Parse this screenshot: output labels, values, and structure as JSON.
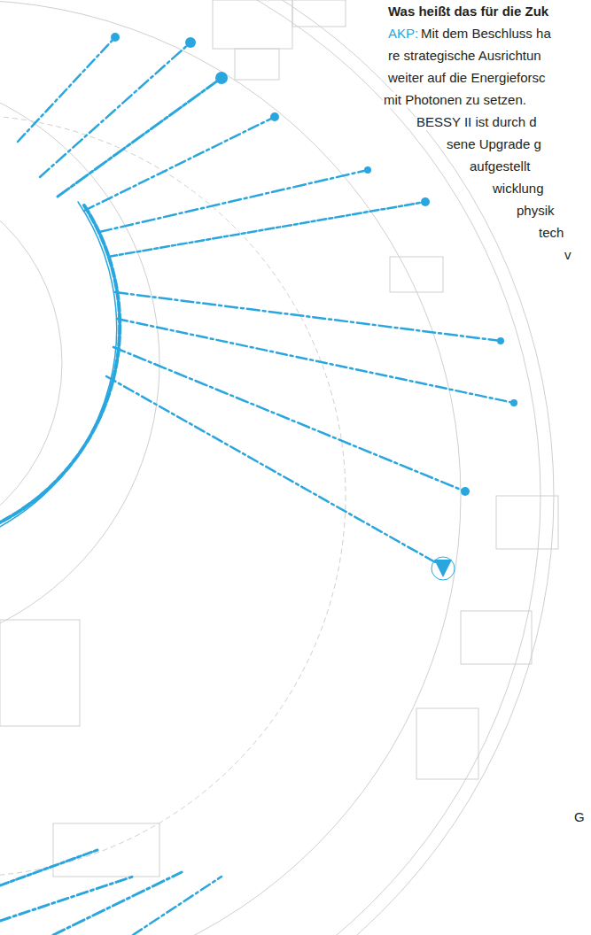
{
  "diagram": {
    "labels": [
      "Was heißt das für die Zuk",
      "AKP:",
      "Mit dem Beschluss ha",
      "re strategische Ausrichtun",
      "weiter auf die Energieforsc",
      "mit Photonen zu setzen.",
      "BESSY II ist durch d",
      "sene Upgrade g",
      "aufgestellt",
      "wicklung",
      "physik",
      "tech",
      "v",
      "G"
    ]
  }
}
